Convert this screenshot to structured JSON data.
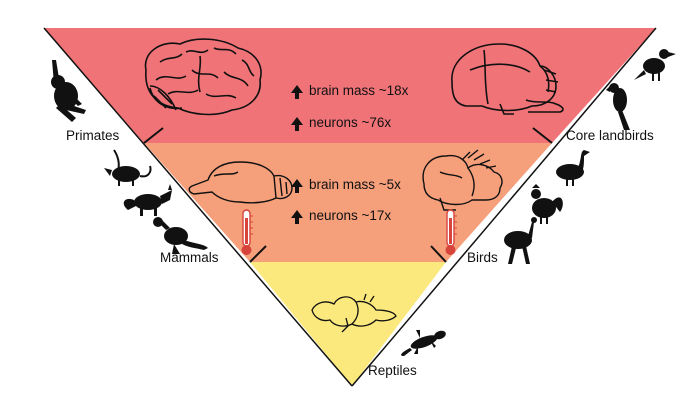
{
  "colors": {
    "top_band": "#f07378",
    "middle_band": "#f59f7b",
    "bottom_band": "#fbe97d",
    "outline": "#111111",
    "thermometer": "#d6443c"
  },
  "labels": {
    "primates": "Primates",
    "mammals": "Mammals",
    "reptiles": "Reptiles",
    "core_landbirds": "Core landbirds",
    "birds": "Birds"
  },
  "stats": {
    "top": [
      {
        "text": "brain mass ~18x",
        "icon": "up-arrow-icon"
      },
      {
        "text": "neurons ~76x",
        "icon": "up-arrow-icon"
      }
    ],
    "middle": [
      {
        "text": "brain mass  ~5x",
        "icon": "up-arrow-icon"
      },
      {
        "text": "neurons ~17x",
        "icon": "up-arrow-icon"
      }
    ]
  },
  "icons": {
    "left_animals": [
      "monkey-icon",
      "rat-icon",
      "fox-icon",
      "kangaroo-icon"
    ],
    "right_animals": [
      "crow-icon",
      "parrot-icon",
      "goose-icon",
      "rooster-icon",
      "ostrich-icon"
    ],
    "bottom_animal": "lizard-icon",
    "brains": [
      "primate-brain-icon",
      "corvid-brain-icon",
      "mammal-brain-icon",
      "bird-brain-icon",
      "reptile-brain-icon"
    ],
    "thermometers": [
      "thermometer-left-icon",
      "thermometer-right-icon"
    ]
  }
}
